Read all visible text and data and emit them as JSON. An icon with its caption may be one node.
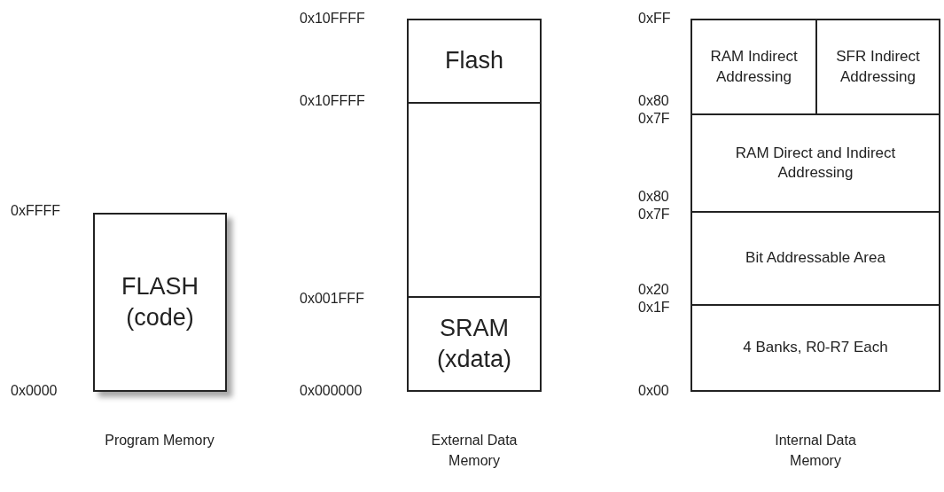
{
  "diagram": {
    "nodes": [
      {
        "text": [
          "FLASH (code)"
        ]
      },
      {
        "text": [
          "Flash"
        ]
      },
      {
        "text": [],
        "shape": "box"
      },
      {
        "text": [
          "SRAM (xdata)"
        ]
      },
      {
        "text": [
          "RAM Indirect Addressing"
        ]
      },
      {
        "text": [
          "SFR Indirect Addressing"
        ]
      },
      {
        "text": [
          "RAM Direct and Indirect Addressing"
        ]
      },
      {
        "text": [
          "Bit Addressable Area"
        ]
      },
      {
        "text": [
          "4 Banks, R0-R7 Each"
        ]
      }
    ],
    "labels": [
      "0xFFFF",
      "0x0000",
      "Program Memory",
      "0x10FFFF",
      "0x10FFFF",
      "0x001FFF",
      "0x000000",
      "External Data Memory",
      "0xFF",
      "0x80",
      "0x7F",
      "0x80",
      "0x7F",
      "0x20",
      "0x1F",
      "0x00",
      "Internal Data Memory"
    ]
  }
}
